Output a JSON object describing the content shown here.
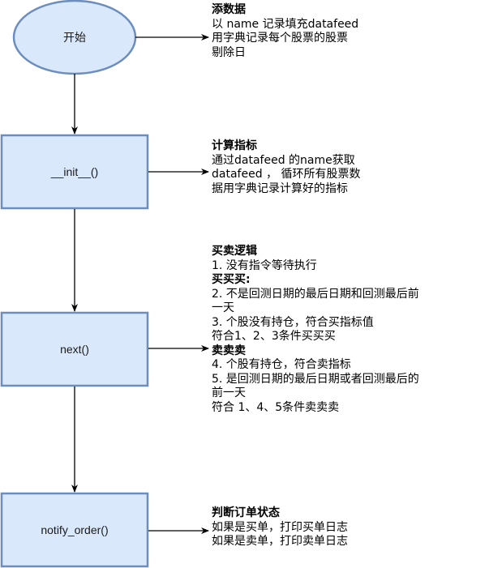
{
  "colors": {
    "fill": "#dae8fc",
    "stroke": "#6c8ebf",
    "edge": "#000000"
  },
  "nodes": {
    "start": {
      "label": "开始"
    },
    "init": {
      "label": "__init__()"
    },
    "next": {
      "label": "next()"
    },
    "notify": {
      "label": "notify_order()"
    }
  },
  "notes": {
    "start": {
      "title": "添数据",
      "lines": [
        "以 name 记录填充datafeed",
        "用字典记录每个股票的股票",
        "剔除日"
      ]
    },
    "init": {
      "title": "计算指标",
      "lines": [
        "通过datafeed 的name获取",
        "datafeed ， 循环所有股票数",
        "据用字典记录计算好的指标"
      ]
    },
    "next": {
      "title": "买卖逻辑",
      "line1": "1. 没有指令等待执行",
      "buy_title": "买买买:",
      "buy_lines": [
        "2. 不是回测日期的最后日期和回测最后前",
        "一天",
        "3. 个股没有持仓，符合买指标值",
        "符合1、2、3条件买买买"
      ],
      "sell_title": "卖卖卖",
      "sell_lines": [
        "4. 个股有持仓，符合卖指标",
        "5. 是回测日期的最后日期或者回测最后的",
        "前一天",
        "符合 1、4、5条件卖卖卖"
      ]
    },
    "notify": {
      "title": "判断订单状态",
      "lines": [
        "如果是买单，打印买单日志",
        "如果是卖单，打印卖单日志"
      ]
    }
  }
}
